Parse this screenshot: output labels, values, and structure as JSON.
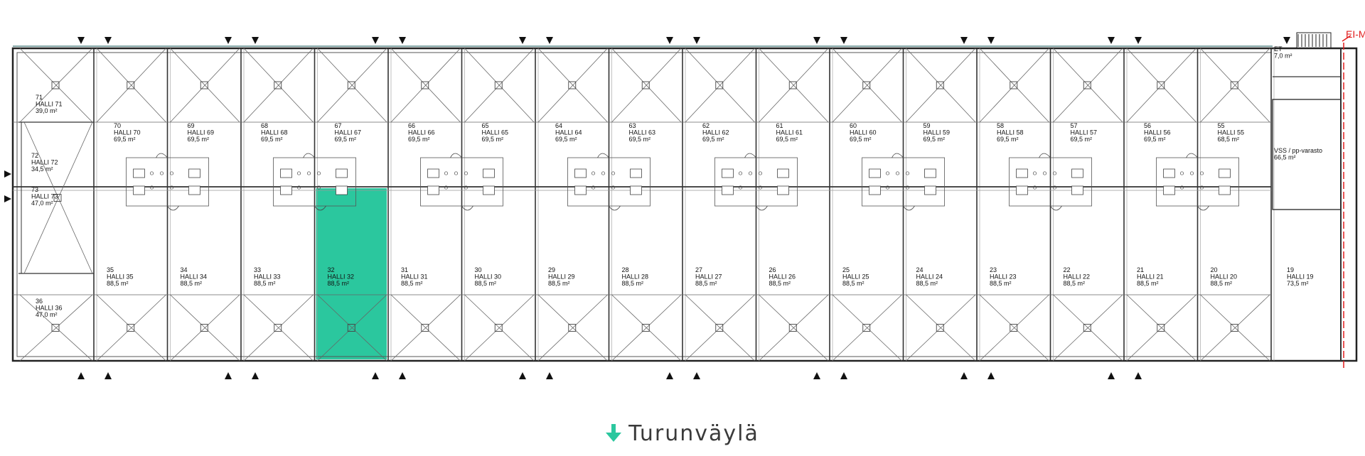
{
  "plan": {
    "highlight_color": "#2bc79e",
    "boundary_label": "EI-M",
    "top_units": [
      {
        "no": "70",
        "name": "HALLI 70",
        "area": "69,5 m²"
      },
      {
        "no": "69",
        "name": "HALLI 69",
        "area": "69,5 m²"
      },
      {
        "no": "68",
        "name": "HALLI 68",
        "area": "69,5 m²"
      },
      {
        "no": "67",
        "name": "HALLI 67",
        "area": "69,5 m²"
      },
      {
        "no": "66",
        "name": "HALLI 66",
        "area": "69,5 m²"
      },
      {
        "no": "65",
        "name": "HALLI 65",
        "area": "69,5 m²"
      },
      {
        "no": "64",
        "name": "HALLI 64",
        "area": "69,5 m²"
      },
      {
        "no": "63",
        "name": "HALLI 63",
        "area": "69,5 m²"
      },
      {
        "no": "62",
        "name": "HALLI 62",
        "area": "69,5 m²"
      },
      {
        "no": "61",
        "name": "HALLI 61",
        "area": "69,5 m²"
      },
      {
        "no": "60",
        "name": "HALLI 60",
        "area": "69,5 m²"
      },
      {
        "no": "59",
        "name": "HALLI 59",
        "area": "69,5 m²"
      },
      {
        "no": "58",
        "name": "HALLI 58",
        "area": "69,5 m²"
      },
      {
        "no": "57",
        "name": "HALLI 57",
        "area": "69,5 m²"
      },
      {
        "no": "56",
        "name": "HALLI 56",
        "area": "69,5 m²"
      },
      {
        "no": "55",
        "name": "HALLI 55",
        "area": "68,5 m²"
      }
    ],
    "bottom_units": [
      {
        "no": "35",
        "name": "HALLI 35",
        "area": "88,5 m²"
      },
      {
        "no": "34",
        "name": "HALLI 34",
        "area": "88,5 m²"
      },
      {
        "no": "33",
        "name": "HALLI 33",
        "area": "88,5 m²"
      },
      {
        "no": "32",
        "name": "HALLI 32",
        "area": "88,5 m²",
        "highlighted": true
      },
      {
        "no": "31",
        "name": "HALLI 31",
        "area": "88,5 m²"
      },
      {
        "no": "30",
        "name": "HALLI 30",
        "area": "88,5 m²"
      },
      {
        "no": "29",
        "name": "HALLI 29",
        "area": "88,5 m²"
      },
      {
        "no": "28",
        "name": "HALLI 28",
        "area": "88,5 m²"
      },
      {
        "no": "27",
        "name": "HALLI 27",
        "area": "88,5 m²"
      },
      {
        "no": "26",
        "name": "HALLI 26",
        "area": "88,5 m²"
      },
      {
        "no": "25",
        "name": "HALLI 25",
        "area": "88,5 m²"
      },
      {
        "no": "24",
        "name": "HALLI 24",
        "area": "88,5 m²"
      },
      {
        "no": "23",
        "name": "HALLI 23",
        "area": "88,5 m²"
      },
      {
        "no": "22",
        "name": "HALLI 22",
        "area": "88,5 m²"
      },
      {
        "no": "21",
        "name": "HALLI 21",
        "area": "88,5 m²"
      },
      {
        "no": "20",
        "name": "HALLI 20",
        "area": "88,5 m²"
      }
    ],
    "left_units": [
      {
        "no": "71",
        "name": "HALLI 71",
        "area": "39,0 m²"
      },
      {
        "no": "72",
        "name": "HALLI 72",
        "area": "34,5 m²"
      },
      {
        "no": "73",
        "name": "HALLI 73",
        "area": "47,0 m²"
      },
      {
        "no": "36",
        "name": "HALLI 36",
        "area": "47,0 m²"
      }
    ],
    "right_units": [
      {
        "no": "ET",
        "name": "",
        "area": "7,0 m²"
      },
      {
        "no": "VSS / pp-varasto",
        "name": "",
        "area": "66,5 m²"
      },
      {
        "no": "19",
        "name": "HALLI 19",
        "area": "73,5 m²"
      }
    ]
  },
  "street": {
    "label": "Turunväylä",
    "arrow_color": "#2bc79e"
  }
}
